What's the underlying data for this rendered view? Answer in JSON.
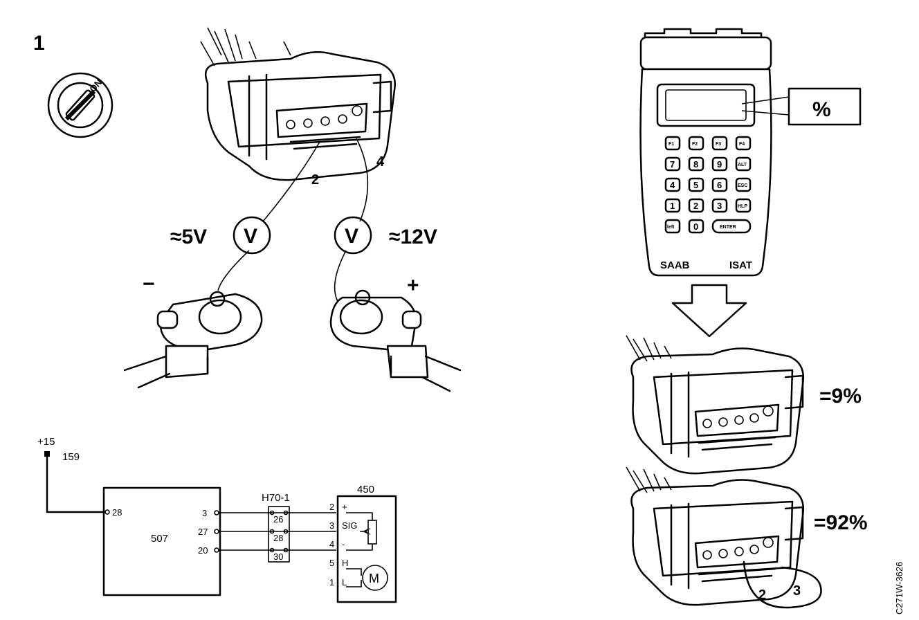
{
  "step_number": "1",
  "ignition": {
    "label": "ON",
    "icon": "ignition-key-icon"
  },
  "left_connector": {
    "pin_a": "2",
    "pin_b": "4"
  },
  "meters": [
    {
      "symbol": "V",
      "reading": "≈5V",
      "terminal": "−"
    },
    {
      "symbol": "V",
      "reading": "≈12V",
      "terminal": "+"
    }
  ],
  "scan_tool": {
    "display_value": "%",
    "keys_row1": [
      "F1",
      "F2",
      "F3",
      "F4"
    ],
    "keys_row2": [
      "7",
      "8",
      "9",
      "ALT"
    ],
    "keys_row3": [
      "4",
      "5",
      "6",
      "ESC"
    ],
    "keys_row4": [
      "1",
      "2",
      "3",
      "HLP"
    ],
    "keys_row5": [
      "left",
      "0",
      "ENTER"
    ],
    "brand_left": "SAAB",
    "brand_right": "ISAT"
  },
  "results": [
    {
      "value": "=9%"
    },
    {
      "value": "=92%",
      "pins": [
        "2",
        "3"
      ]
    }
  ],
  "schematic": {
    "supply": "+15",
    "supply_wire": "159",
    "ecu": {
      "label": "507",
      "pins": [
        "28",
        "3",
        "27",
        "20"
      ]
    },
    "connector": {
      "label": "H70-1",
      "pins": [
        "26",
        "28",
        "30"
      ]
    },
    "component": {
      "label": "450",
      "pins": [
        "2",
        "3",
        "4",
        "5",
        "1"
      ],
      "pin_labels": [
        "+",
        "SIG",
        "-",
        "H",
        "L"
      ],
      "motor": "M"
    }
  },
  "figure_id": "C271W-3626"
}
